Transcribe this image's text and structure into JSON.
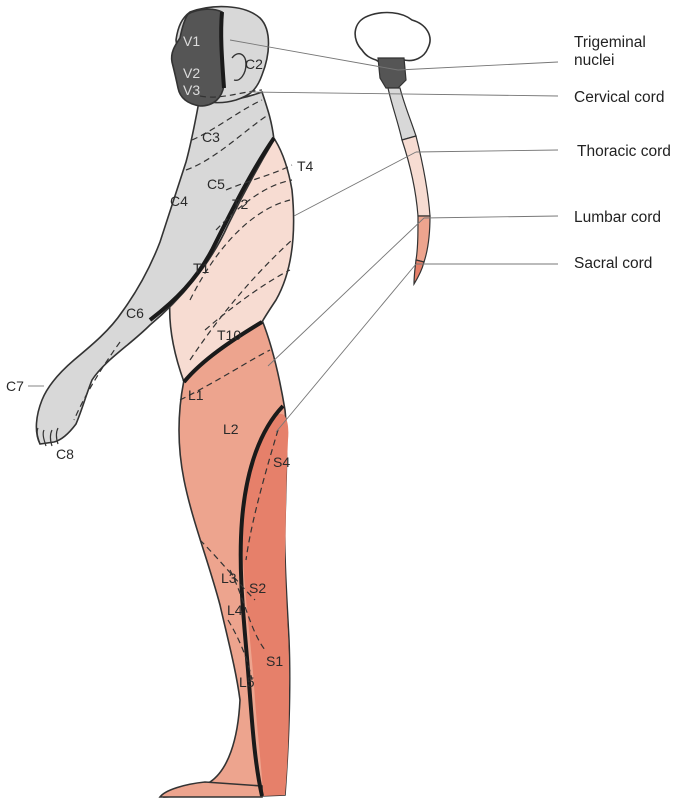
{
  "cord_labels": {
    "trigeminal_line1": "Trigeminal",
    "trigeminal_line2": "nuclei",
    "cervical": "Cervical cord",
    "thoracic": "Thoracic cord",
    "lumbar": "Lumbar cord",
    "sacral": "Sacral cord"
  },
  "dermatome_labels": {
    "v1": "V1",
    "v2": "V2",
    "v3": "V3",
    "c2": "C2",
    "c3": "C3",
    "c4": "C4",
    "c5": "C5",
    "c6": "C6",
    "c7": "C7",
    "c8": "C8",
    "t1": "T1",
    "t2": "T2",
    "t4": "T4",
    "t10": "T10",
    "l1": "L1",
    "l2": "L2",
    "l3": "L3",
    "l4": "L4",
    "l5": "L5",
    "s1": "S1",
    "s2": "S2",
    "s4": "S4"
  },
  "colors": {
    "trigeminal": "#555555",
    "cervical": "#d8d8d8",
    "thoracic": "#f7dcd2",
    "lumbar": "#eda48e",
    "sacral": "#e6806a",
    "outline": "#333333",
    "boundary": "#1a1a1a"
  }
}
